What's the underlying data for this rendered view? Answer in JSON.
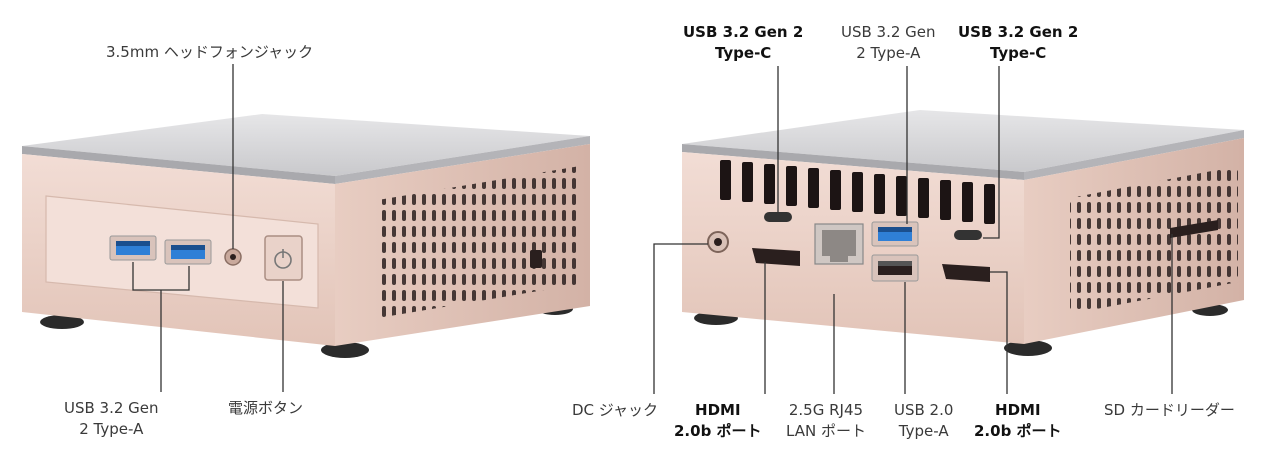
{
  "labels": {
    "headphone": {
      "lines": [
        "3.5mm ヘッドフォンジャック"
      ],
      "bold": false
    },
    "front_usb": {
      "lines": [
        "USB 3.2 Gen",
        "2 Type-A"
      ],
      "bold": false
    },
    "power": {
      "lines": [
        "電源ボタン"
      ],
      "bold": false
    },
    "usbc_left": {
      "lines": [
        "USB 3.2 Gen 2",
        "Type-C"
      ],
      "bold": true
    },
    "usba_top": {
      "lines": [
        "USB 3.2 Gen",
        "2 Type-A"
      ],
      "bold": false
    },
    "usbc_right": {
      "lines": [
        "USB 3.2 Gen 2",
        "Type-C"
      ],
      "bold": true
    },
    "dc": {
      "lines": [
        "DC ジャック"
      ],
      "bold": false
    },
    "hdmi_left": {
      "lines": [
        "HDMI",
        "2.0b ポート"
      ],
      "bold": true
    },
    "lan": {
      "lines": [
        "2.5G RJ45",
        "LAN ポート"
      ],
      "bold": false
    },
    "usb2": {
      "lines": [
        "USB 2.0",
        "Type-A"
      ],
      "bold": false
    },
    "hdmi_right": {
      "lines": [
        "HDMI",
        "2.0b ポート"
      ],
      "bold": true
    },
    "sd": {
      "lines": [
        "SD カードリーダー"
      ],
      "bold": false
    }
  },
  "colors": {
    "body": "#e9cfc5",
    "body_shade": "#d8b9ae",
    "top": "#d9d9dc",
    "panel": "#f0dbd3",
    "vent": "#1c1414",
    "usb_blue": "#2f7fd6",
    "leader": "#333333"
  }
}
